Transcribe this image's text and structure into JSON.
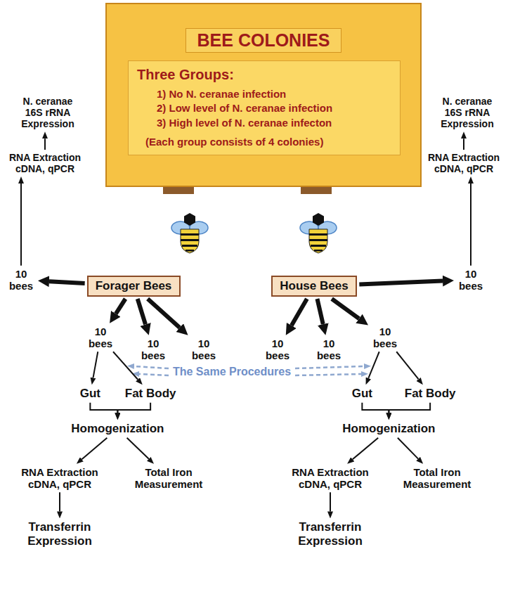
{
  "diagram": {
    "nodes": [
      {
        "text": [
          "BEE COLONIES"
        ]
      },
      {
        "text": [
          "Three Groups:",
          "1) No N. ceranae infection",
          "2) Low level of N. ceranae infection",
          "3) High level of N. ceranae infecton",
          "(Each group consists of 4 colonies)"
        ],
        "in": 0
      },
      {
        "text": [
          "N. ceranae 16S rRNA Expression"
        ]
      },
      {
        "text": [
          "RNA Extraction cDNA, qPCR"
        ]
      },
      {
        "text": [
          "10 bees"
        ]
      },
      {
        "text": [
          "Forager Bees"
        ]
      },
      {
        "text": [
          "House Bees"
        ]
      },
      {
        "text": [
          "10 bees"
        ]
      },
      {
        "text": [
          "RNA Extraction cDNA, qPCR"
        ]
      },
      {
        "text": [
          "N. ceranae 16S rRNA Expression"
        ]
      },
      {
        "text": [
          "10 bees"
        ]
      },
      {
        "text": [
          "10 bees"
        ]
      },
      {
        "text": [
          "10 bees"
        ]
      },
      {
        "text": [
          "10 bees"
        ]
      },
      {
        "text": [
          "10 bees"
        ]
      },
      {
        "text": [
          "10 bees"
        ]
      },
      {
        "text": [
          "Gut"
        ]
      },
      {
        "text": [
          "Fat Body"
        ]
      },
      {
        "text": [
          "Gut"
        ]
      },
      {
        "text": [
          "Fat Body"
        ]
      },
      {
        "text": [
          "Homogenization"
        ]
      },
      {
        "text": [
          "Homogenization"
        ]
      },
      {
        "text": [
          "RNA Extraction cDNA, qPCR"
        ]
      },
      {
        "text": [
          "Total Iron Measurement"
        ]
      },
      {
        "text": [
          "RNA Extraction cDNA, qPCR"
        ]
      },
      {
        "text": [
          "Total Iron Measurement"
        ]
      },
      {
        "text": [
          "Transferrin Expression"
        ]
      },
      {
        "text": [
          "Transferrin Expression"
        ]
      }
    ],
    "edges": [
      {
        "from": 5,
        "to": 4,
        "arrow": "to"
      },
      {
        "from": 4,
        "to": 3,
        "arrow": "to"
      },
      {
        "from": 3,
        "to": 2,
        "arrow": "to"
      },
      {
        "from": 6,
        "to": 7,
        "arrow": "to"
      },
      {
        "from": 7,
        "to": 8,
        "arrow": "to"
      },
      {
        "from": 8,
        "to": 9,
        "arrow": "to"
      },
      {
        "from": 5,
        "to": 10,
        "arrow": "to"
      },
      {
        "from": 5,
        "to": 11,
        "arrow": "to"
      },
      {
        "from": 5,
        "to": 12,
        "arrow": "to"
      },
      {
        "from": 6,
        "to": 13,
        "arrow": "to"
      },
      {
        "from": 6,
        "to": 14,
        "arrow": "to"
      },
      {
        "from": 6,
        "to": 15,
        "arrow": "to"
      },
      {
        "from": 10,
        "to": 16,
        "arrow": "to"
      },
      {
        "from": 10,
        "to": 17,
        "arrow": "to"
      },
      {
        "from": 15,
        "to": 18,
        "arrow": "to"
      },
      {
        "from": 15,
        "to": 19,
        "arrow": "to"
      },
      {
        "from": 16,
        "to": 20,
        "arrow": "to"
      },
      {
        "from": 17,
        "to": 20,
        "arrow": "to"
      },
      {
        "from": 18,
        "to": 21,
        "arrow": "to"
      },
      {
        "from": 19,
        "to": 21,
        "arrow": "to"
      },
      {
        "from": 20,
        "to": 22,
        "arrow": "to"
      },
      {
        "from": 20,
        "to": 23,
        "arrow": "to"
      },
      {
        "from": 21,
        "to": 24,
        "arrow": "to"
      },
      {
        "from": 21,
        "to": 25,
        "arrow": "to"
      },
      {
        "from": 22,
        "to": 26,
        "arrow": "to"
      },
      {
        "from": 24,
        "to": 27,
        "arrow": "to"
      }
    ],
    "labels": [
      "The Same Procedures"
    ]
  }
}
